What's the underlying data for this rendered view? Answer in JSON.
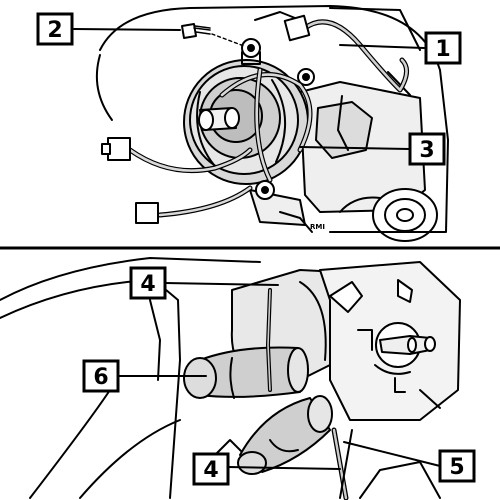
{
  "callouts_top": [
    {
      "id": "c2",
      "label": "2"
    },
    {
      "id": "c1",
      "label": "1"
    },
    {
      "id": "c3",
      "label": "3"
    }
  ],
  "callouts_bottom": [
    {
      "id": "c4a",
      "label": "4"
    },
    {
      "id": "c6",
      "label": "6"
    },
    {
      "id": "c4b",
      "label": "4"
    },
    {
      "id": "c5",
      "label": "5"
    }
  ],
  "watermark": "RMI",
  "colors": {
    "line": "#000000",
    "fill_light": "#e6e6e6",
    "fill_mid": "#cfcfcf",
    "fill_dark": "#b5b5b5",
    "background": "#ffffff"
  }
}
